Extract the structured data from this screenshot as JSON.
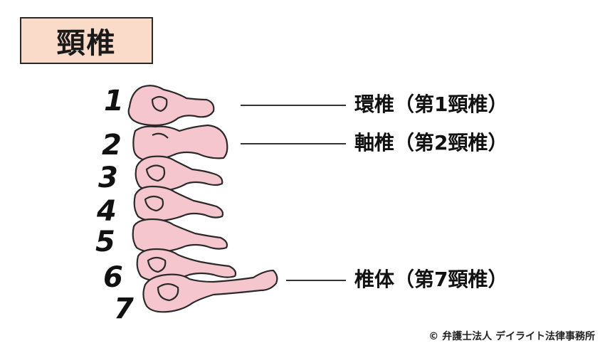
{
  "title": "頸椎",
  "numbers": [
    "1",
    "2",
    "3",
    "4",
    "5",
    "6",
    "7"
  ],
  "labels": {
    "atlas": "環椎（第1頸椎）",
    "axis": "軸椎（第2頸椎）",
    "c7": "椎体（第7頸椎）"
  },
  "credit": "© 弁護士法人 デイライト法律事務所",
  "colors": {
    "bone": "#f6c6cf",
    "bone_outline": "#2a2a2a",
    "title_bg": "#fadbc9"
  }
}
